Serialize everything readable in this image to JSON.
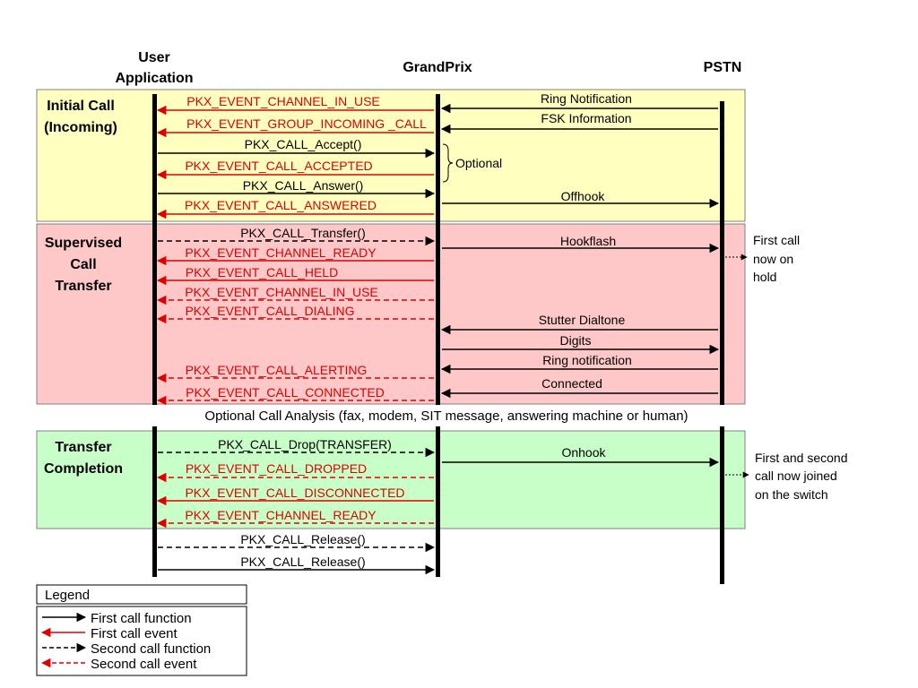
{
  "columns": {
    "user_app": [
      "User",
      "Application"
    ],
    "grandprix": "GrandPrix",
    "pstn": "PSTN"
  },
  "sections": {
    "initial": {
      "lines": [
        "Initial Call",
        "(Incoming)"
      ],
      "color": "#ffffc0"
    },
    "supervised": {
      "lines": [
        "Supervised",
        "Call",
        "Transfer"
      ],
      "color": "#ffc8c8"
    },
    "completion": {
      "lines": [
        "Transfer",
        "Completion"
      ],
      "color": "#c8ffc8"
    }
  },
  "optional_brace_label": "Optional",
  "analysis_note": "Optional Call Analysis (fax, modem, SIT message, answering machine or human)",
  "pstn_notes": {
    "hold": [
      "First call",
      "now on",
      "hold"
    ],
    "joined": [
      "First and second",
      "call now joined",
      "on the switch"
    ]
  },
  "colors": {
    "function": "#000000",
    "event": "#e00000"
  },
  "messages": {
    "channel_in_use_1": "PKX_EVENT_CHANNEL_IN_USE",
    "group_incoming_call": "PKX_EVENT_GROUP_INCOMING _CALL",
    "call_accept": "PKX_CALL_Accept()",
    "call_accepted": "PKX_EVENT_CALL_ACCEPTED",
    "call_answer": "PKX_CALL_Answer()",
    "call_answered": "PKX_EVENT_CALL_ANSWERED",
    "call_transfer": "PKX_CALL_Transfer()",
    "channel_ready_1": "PKX_EVENT_CHANNEL_READY",
    "call_held": "PKX_EVENT_CALL_HELD",
    "channel_in_use_2": "PKX_EVENT_CHANNEL_IN_USE",
    "call_dialing": "PKX_EVENT_CALL_DIALING",
    "call_alerting": "PKX_EVENT_CALL_ALERTING",
    "call_connected": "PKX_EVENT_CALL_CONNECTED",
    "call_drop": "PKX_CALL_Drop(TRANSFER)",
    "call_dropped": "PKX_EVENT_CALL_DROPPED",
    "call_disconnected": "PKX_EVENT_CALL_DISCONNECTED",
    "channel_ready_2": "PKX_EVENT_CHANNEL_READY",
    "call_release_1": "PKX_CALL_Release()",
    "call_release_2": "PKX_CALL_Release()",
    "ring_notification": "Ring Notification",
    "fsk_information": "FSK Information",
    "offhook": "Offhook",
    "hookflash": "Hookflash",
    "stutter_dialtone": "Stutter Dialtone",
    "digits": "Digits",
    "ring_notification_2": "Ring notification",
    "connected": "Connected",
    "onhook": "Onhook"
  },
  "legend": {
    "title": "Legend",
    "items": [
      "First call function",
      "First call event",
      "Second call function",
      "Second call event"
    ]
  }
}
